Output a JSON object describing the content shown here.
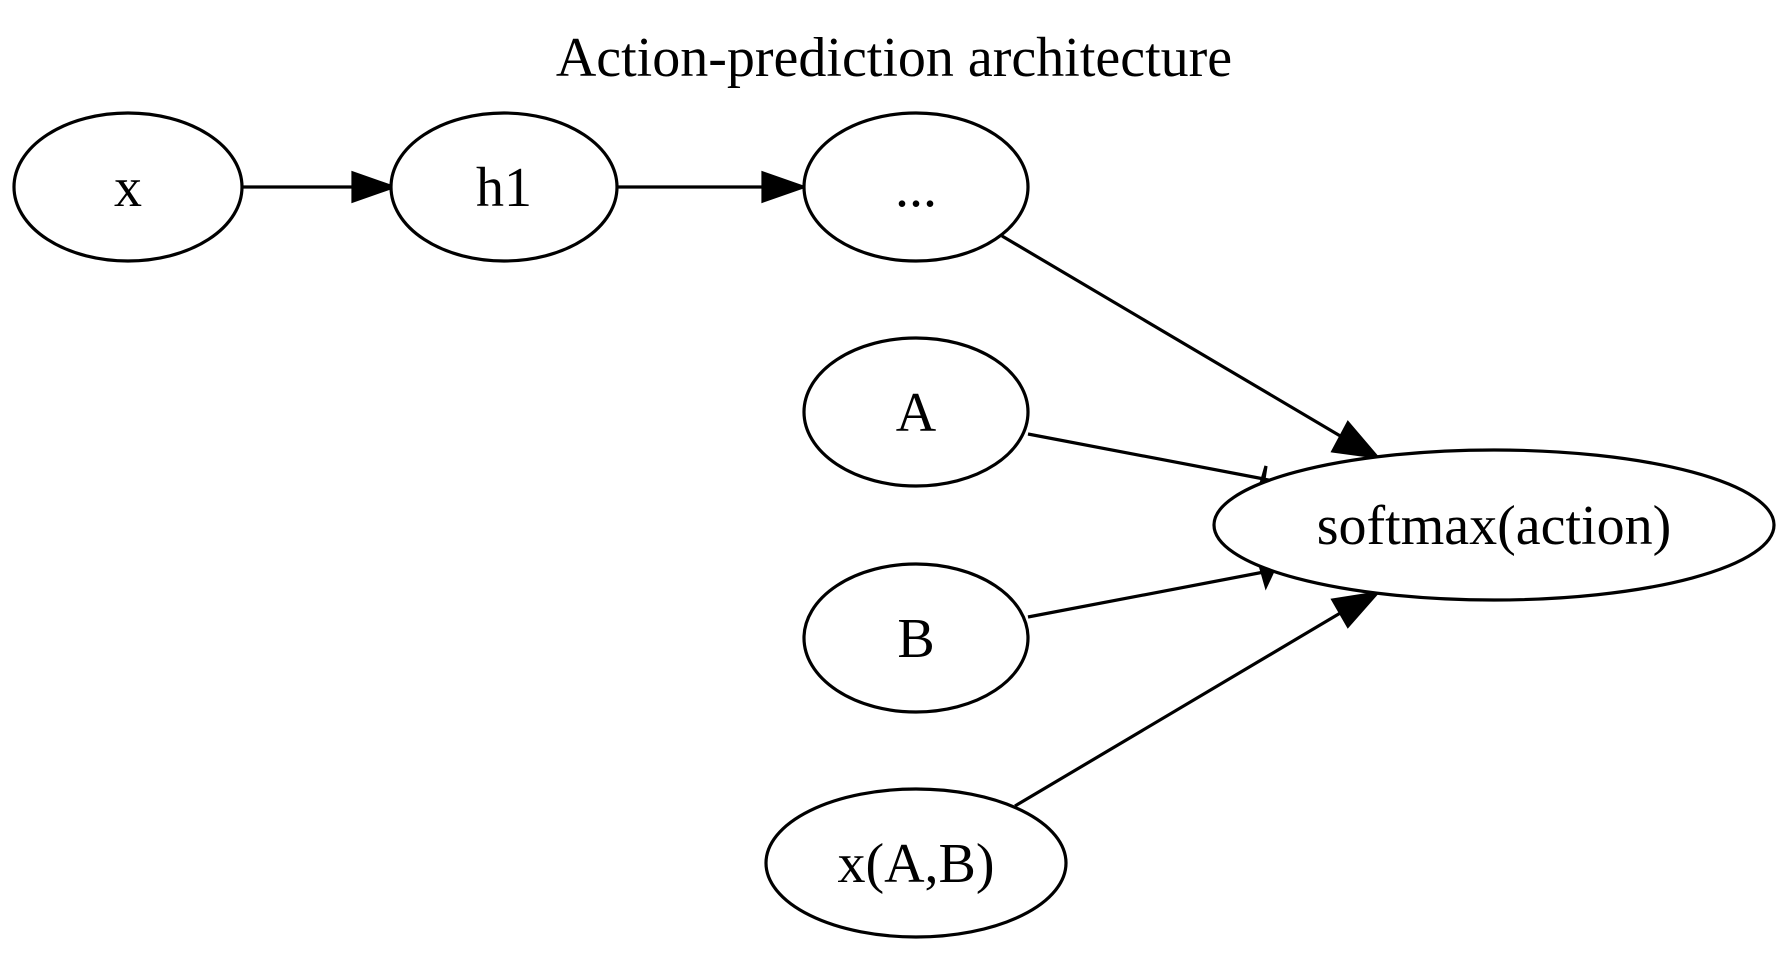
{
  "title": "Action-prediction architecture",
  "nodes": {
    "x": "x",
    "h1": "h1",
    "ellipsis": "...",
    "a": "A",
    "b": "B",
    "xab": "x(A,B)",
    "softmax": "softmax(action)"
  },
  "edges": [
    {
      "from": "x",
      "to": "h1"
    },
    {
      "from": "h1",
      "to": "..."
    },
    {
      "from": "...",
      "to": "softmax(action)"
    },
    {
      "from": "A",
      "to": "softmax(action)"
    },
    {
      "from": "B",
      "to": "softmax(action)"
    },
    {
      "from": "x(A,B)",
      "to": "softmax(action)"
    }
  ],
  "colors": {
    "stroke": "#000000",
    "background": "#ffffff"
  }
}
